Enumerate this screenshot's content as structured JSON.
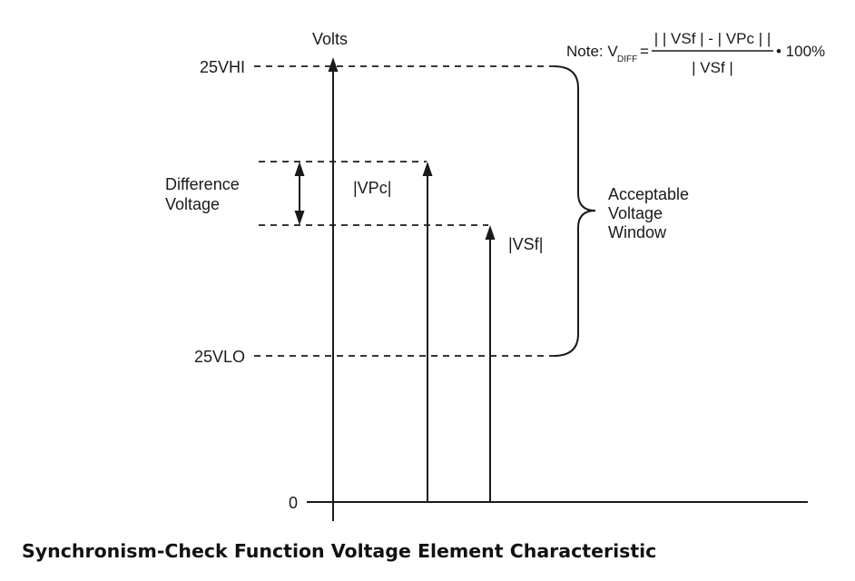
{
  "diagram": {
    "y_axis_label": "Volts",
    "levels": {
      "high": "25VHI",
      "low": "25VLO",
      "zero": "0"
    },
    "phasors": {
      "vpc": "|VPc|",
      "vsf": "|VSf|"
    },
    "difference_label": [
      "Difference",
      "Voltage"
    ],
    "window_label": [
      "Acceptable",
      "Voltage",
      "Window"
    ],
    "note": {
      "prefix": "Note: V",
      "subscript": "DIFF",
      "equals": "=",
      "numerator": "| | VSf | - | VPc | |",
      "denominator": "| VSf |",
      "suffix": "• 100%"
    },
    "caption": "Synchronism-Check Function Voltage Element Characteristic"
  }
}
